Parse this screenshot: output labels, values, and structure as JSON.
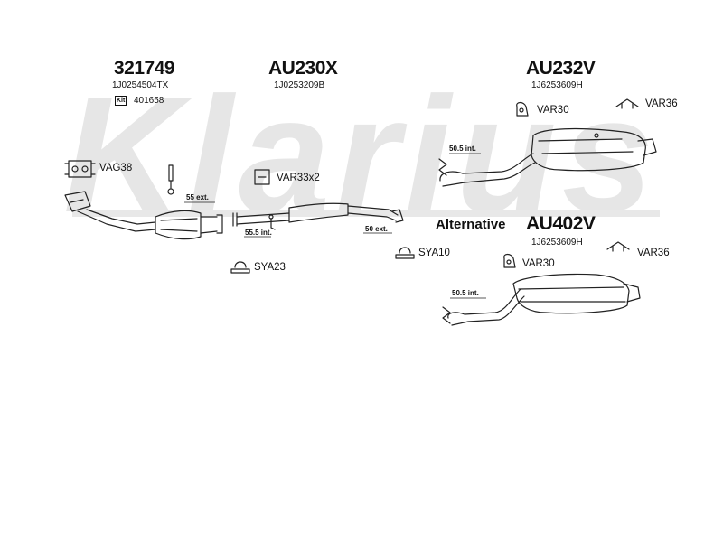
{
  "watermark": "Klarius",
  "parts": [
    {
      "code": "321749",
      "ref": "1J0254504TX"
    },
    {
      "code": "AU230X",
      "ref": "1J0253209B"
    },
    {
      "code": "AU232V",
      "ref": "1J6253609H"
    },
    {
      "code": "AU402V",
      "ref": "1J6253609H"
    }
  ],
  "kit": {
    "badge": "Kit",
    "number": "401658"
  },
  "fittings": {
    "vag38": "VAG38",
    "var33x2": "VAR33x2",
    "sya23": "SYA23",
    "sya10": "SYA10",
    "var30_top": "VAR30",
    "var36_top": "VAR36",
    "var30_alt": "VAR30",
    "var36_alt": "VAR36"
  },
  "dimensions": {
    "d55ext": "55 ext.",
    "d55_5int": "55.5 int.",
    "d50ext": "50 ext.",
    "d50_5int_top": "50.5 int.",
    "d50_5int_alt": "50.5 int."
  },
  "alternative": "Alternative",
  "colors": {
    "line": "#222222",
    "watermark": "#e6e6e6",
    "text": "#111111"
  }
}
